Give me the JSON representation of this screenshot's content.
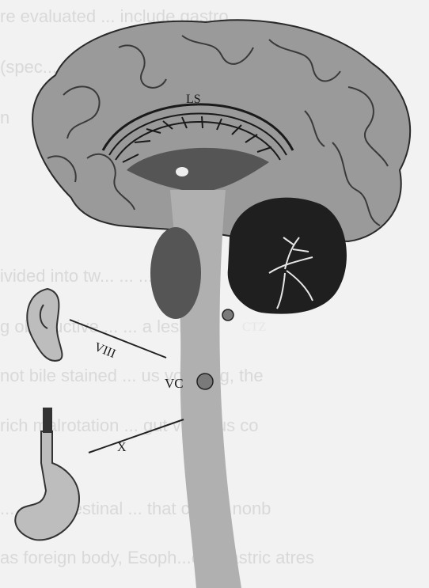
{
  "background_text": [
    "re evaluated ... include gastro",
    "(spec... ... ... ... er dia",
    "n",
    "",
    "",
    "ivided into tw... ... ... bili",
    "g obstructive ... ... a lesion p",
    "not bile stained ... us vomiting, the",
    "rich malrotation ... gut volvulus co",
    "",
    "... ...trointestinal ... that cause nonb",
    "as foreign body, Esoph...eal/gastric atres",
    ""
  ],
  "labels": {
    "ls": "LS",
    "ctz": "CTZ",
    "viii": "VIII",
    "vc": "VC",
    "x": "X"
  },
  "colors": {
    "brain": "#9a9a9a",
    "brain_dark": "#555555",
    "cerebellum": "#1f1f1f",
    "brainstem": "#b0b0b0",
    "outline": "#2a2a2a"
  }
}
